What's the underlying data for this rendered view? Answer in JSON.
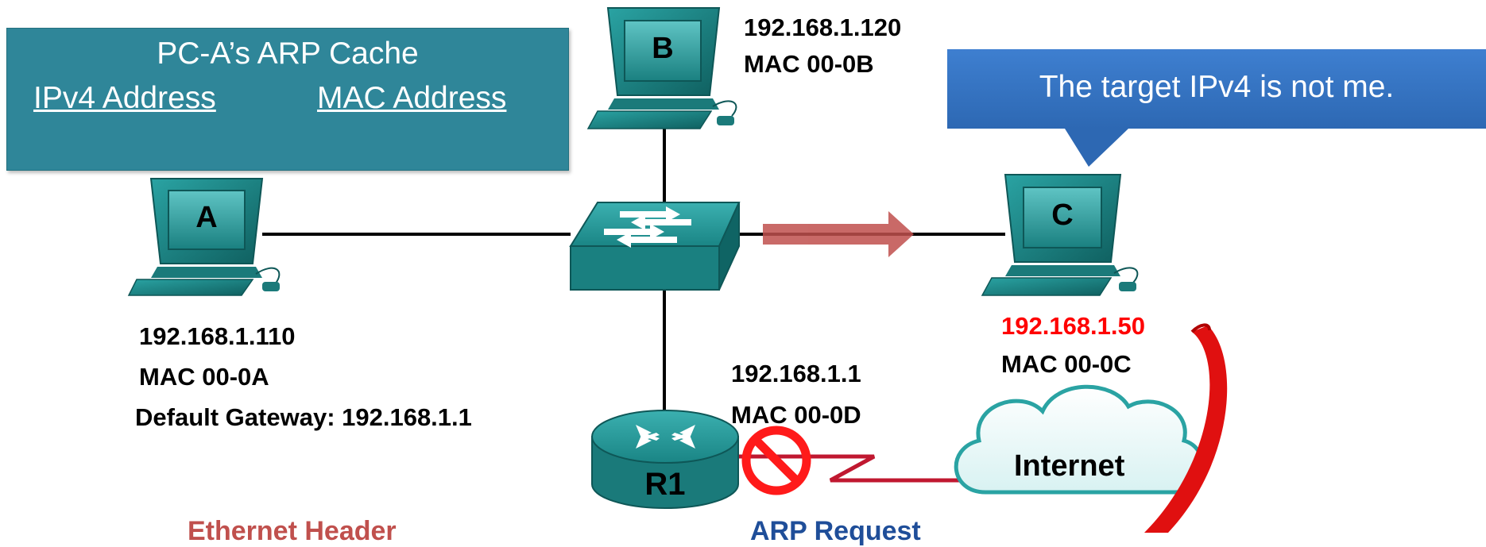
{
  "arp_cache": {
    "title": "PC-A’s ARP Cache",
    "col_ip": "IPv4 Address",
    "col_mac": "MAC Address"
  },
  "callout": {
    "text": "The target IPv4 is not me."
  },
  "hosts": {
    "a": {
      "letter": "A",
      "ip": "192.168.1.110",
      "mac": "MAC 00-0A",
      "gateway": "Default Gateway: 192.168.1.1"
    },
    "b": {
      "letter": "B",
      "ip": "192.168.1.120",
      "mac": "MAC 00-0B"
    },
    "c": {
      "letter": "C",
      "ip": "192.168.1.50",
      "mac": "MAC 00-0C"
    }
  },
  "router": {
    "name": "R1",
    "ip": "192.168.1.1",
    "mac": "MAC 00-0D"
  },
  "cloud": {
    "label": "Internet"
  },
  "footer": {
    "ethernet_header": "Ethernet Header",
    "arp_request": "ARP Request"
  },
  "colors": {
    "device_teal": "#1c8c8c",
    "box_teal": "#2f8699",
    "callout_blue": "#3470c4",
    "frame_arrow": "#c0504d",
    "highlight_red": "#ff0000",
    "ethernet_header": "#c0504d",
    "arp_request": "#1f4e99"
  }
}
